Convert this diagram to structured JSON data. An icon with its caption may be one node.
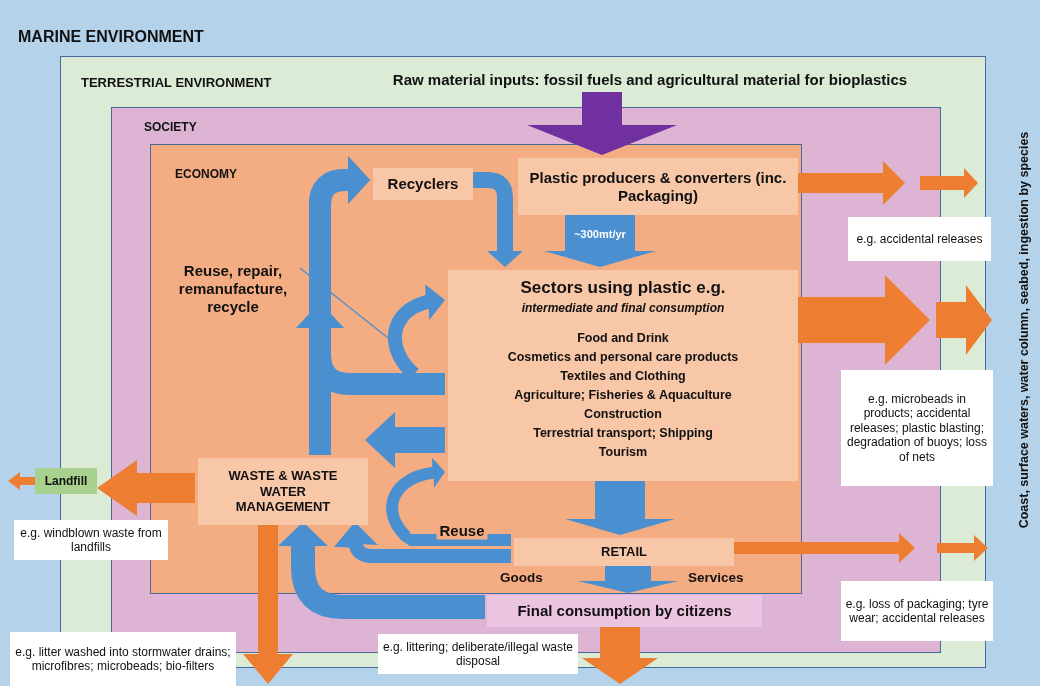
{
  "diagram": {
    "nodes": [
      {
        "text": [
          "MARINE ENVIRONMENT",
          "Coast, surface waters, water column, seabed, ingestion by species"
        ]
      },
      {
        "text": [
          "TERRESTRIAL ENVIRONMENT"
        ],
        "in": 0
      },
      {
        "text": [
          "SOCIETY"
        ],
        "in": 1
      },
      {
        "text": [
          "ECONOMY"
        ],
        "in": 2
      },
      {
        "text": [
          "Raw material inputs: fossil fuels and agricultural material for bioplastics"
        ],
        "in": 1
      },
      {
        "text": [
          "Plastic producers & converters (inc. Packaging)"
        ],
        "in": 3
      },
      {
        "text": [
          "Recyclers"
        ],
        "in": 3
      },
      {
        "text": [
          "Sectors using plastic e.g.",
          "intermediate and final consumption",
          "Food and Drink",
          "Cosmetics and personal care products",
          "Textiles and Clothing",
          "Agriculture; Fisheries  & Aquaculture",
          "Construction",
          "Terrestrial transport; Shipping",
          "Tourism"
        ],
        "in": 3
      },
      {
        "text": [
          "Reuse, repair, remanufacture, recycle"
        ],
        "in": 3
      },
      {
        "text": [
          "WASTE & WASTE WATER MANAGEMENT"
        ],
        "in": 3
      },
      {
        "text": [
          "Landfill"
        ],
        "in": 0
      },
      {
        "text": [
          "e.g. windblown waste from landfills"
        ],
        "in": 0
      },
      {
        "text": [
          "RETAIL"
        ],
        "in": 3
      },
      {
        "text": [
          "Final consumption by citizens"
        ],
        "in": 2
      },
      {
        "text": [
          "e.g. accidental releases"
        ],
        "in": 1
      },
      {
        "text": [
          "e.g. microbeads in products; accidental releases; plastic blasting; degradation of buoys; loss of nets"
        ],
        "in": 1
      },
      {
        "text": [
          "e.g. loss of packaging; tyre wear; accidental releases"
        ],
        "in": 1
      },
      {
        "text": [
          "e.g. litter washed into stormwater drains; microfibres; microbeads; bio-filters"
        ],
        "in": 0
      },
      {
        "text": [
          "e.g. littering; deliberate/illegal waste disposal"
        ],
        "in": 0
      }
    ],
    "edges": [
      {
        "from": 4,
        "to": 5,
        "arrow": "to",
        "style": "thick",
        "color": "#7030a0"
      },
      {
        "from": 5,
        "to": null,
        "arrow": "to",
        "color": "#ed7d31"
      },
      {
        "from": 6,
        "to": 7,
        "arrow": "to"
      },
      {
        "from": 5,
        "to": 7,
        "arrow": "to",
        "style": "thick",
        "label": "~300mt/yr"
      },
      {
        "from": 7,
        "to": null,
        "arrow": "to",
        "style": "thick",
        "color": "#ed7d31"
      },
      {
        "from": null,
        "to": 7,
        "arrow": "to"
      },
      {
        "from": 7,
        "to": 6,
        "arrow": "to"
      },
      {
        "from": 9,
        "to": 6,
        "arrow": "to"
      },
      {
        "from": 7,
        "to": 9,
        "arrow": "to"
      },
      {
        "from": 9,
        "to": 10,
        "arrow": "to",
        "color": "#ed7d31"
      },
      {
        "from": 10,
        "to": null,
        "arrow": "to",
        "color": "#ed7d31"
      },
      {
        "from": 9,
        "to": null,
        "arrow": "to",
        "color": "#ed7d31"
      },
      {
        "from": 12,
        "to": 9,
        "arrow": "to"
      },
      {
        "from": 13,
        "to": 9,
        "arrow": "to"
      },
      {
        "from": 12,
        "to": 7,
        "arrow": "to",
        "label": "Reuse"
      },
      {
        "from": 7,
        "to": 12,
        "arrow": "to",
        "style": "thick"
      },
      {
        "from": 12,
        "to": 13,
        "arrow": "to",
        "style": "thick"
      },
      {
        "from": 12,
        "to": null,
        "arrow": "to",
        "color": "#ed7d31"
      },
      {
        "from": 13,
        "to": null,
        "arrow": "to",
        "style": "thick",
        "color": "#ed7d31"
      },
      {
        "from": 8,
        "to": null,
        "arrow": "none"
      }
    ],
    "labels": [
      "Goods",
      "Services"
    ]
  }
}
